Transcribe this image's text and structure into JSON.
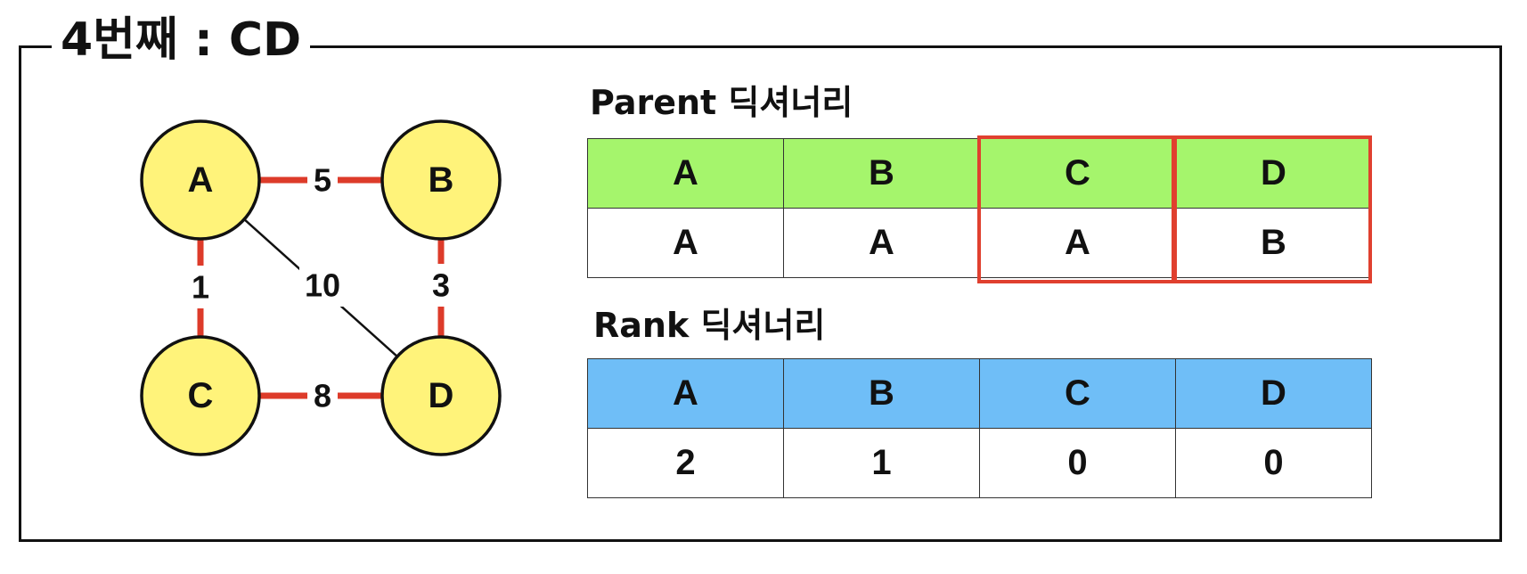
{
  "title": "4번째 : CD",
  "colors": {
    "node_fill": "#fff37a",
    "selected_edge": "#dd3b2a",
    "normal_edge": "#111111",
    "parent_header": "#a5f56c",
    "rank_header": "#6fbef7",
    "highlight": "#e0402f"
  },
  "graph": {
    "nodes": [
      {
        "id": "A",
        "label": "A"
      },
      {
        "id": "B",
        "label": "B"
      },
      {
        "id": "C",
        "label": "C"
      },
      {
        "id": "D",
        "label": "D"
      }
    ],
    "edges": [
      {
        "from": "A",
        "to": "B",
        "weight": "5",
        "selected": true
      },
      {
        "from": "A",
        "to": "C",
        "weight": "1",
        "selected": true
      },
      {
        "from": "A",
        "to": "D",
        "weight": "10",
        "selected": false
      },
      {
        "from": "B",
        "to": "D",
        "weight": "3",
        "selected": true
      },
      {
        "from": "C",
        "to": "D",
        "weight": "8",
        "selected": true
      }
    ]
  },
  "parent": {
    "label": "Parent 딕셔너리",
    "headers": [
      "A",
      "B",
      "C",
      "D"
    ],
    "values": [
      "A",
      "A",
      "A",
      "B"
    ],
    "highlighted": [
      "C",
      "D"
    ]
  },
  "rank": {
    "label": "Rank 딕셔너리",
    "headers": [
      "A",
      "B",
      "C",
      "D"
    ],
    "values": [
      "2",
      "1",
      "0",
      "0"
    ]
  }
}
